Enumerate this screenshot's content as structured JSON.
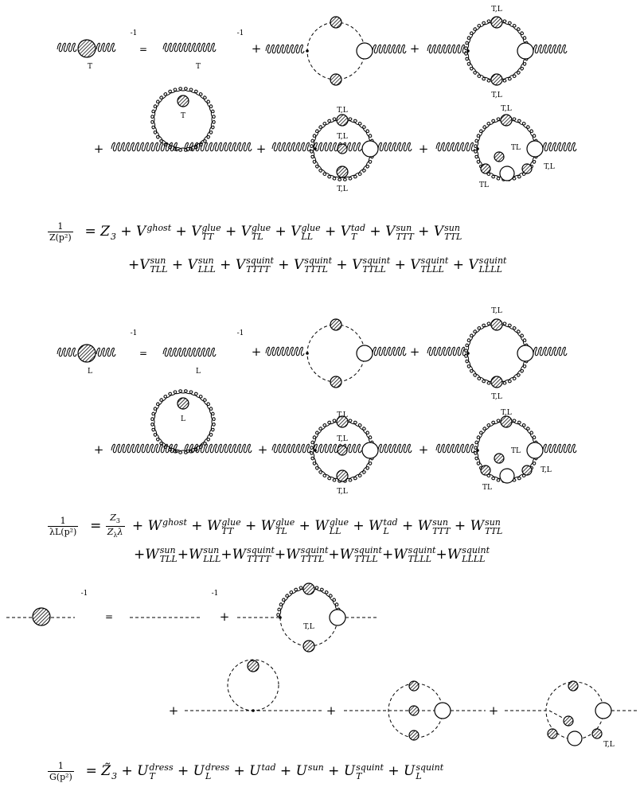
{
  "labels": {
    "transverse": "T",
    "longitudinal": "L",
    "tl_pair": "T,L",
    "tl_compact": "TL",
    "inverse_exponent": "-1",
    "plus": "+",
    "equals": "="
  },
  "equations": {
    "gluon_transverse": {
      "lhs_num": "1",
      "lhs_den": "Z(p²)",
      "line1": "= Z_3 + V^ghost + V^glue_TT + V^glue_TL + V^glue_LL + V^tad_T + V^sun_TTT + V^sun_TTL",
      "line2": "+V^sun_TLL + V^sun_LLL + V^squint_TTTT + V^squint_TTTL + V^squint_TTLL + V^squint_TLLL + V^squint_LLLL"
    },
    "gluon_longitudinal": {
      "lhs_num": "1",
      "lhs_den": "λL(p²)",
      "line1": "= Z_3/(Z_λ λ) + W^ghost + W^glue_TT + W^glue_TL + W^glue_LL + W^tad_L + W^sun_TTT + W^sun_TTL",
      "line2": "+W^sun_TLL+W^sun_LLL+W^squint_TTTT+W^squint_TTTL+W^squint_TTLL+W^squint_TLLL+W^squint_LLLL"
    },
    "ghost": {
      "lhs_num": "1",
      "lhs_den": "G(p²)",
      "line1": "= Z̃_3 + U^dress_T + U^dress_L + U^tad + U^sun + U^squint_T + U^squint_L"
    }
  },
  "symbols": {
    "Z3": "Z",
    "V": "V",
    "W": "W",
    "U": "U",
    "sub_3": "3",
    "sub_TT": "TT",
    "sub_TL": "TL",
    "sub_LL": "LL",
    "sub_T": "T",
    "sub_L": "L",
    "sub_TTT": "TTT",
    "sub_TTL": "TTL",
    "sub_TLL": "TLL",
    "sub_LLL": "LLL",
    "sub_TTTT": "TTTT",
    "sub_TTTL": "TTTL",
    "sub_TTLL": "TTLL",
    "sub_TLLL": "TLLL",
    "sub_LLLL": "LLLL",
    "sup_ghost": "ghost",
    "sup_glue": "glue",
    "sup_tad": "tad",
    "sup_sun": "sun",
    "sup_squint": "squint",
    "sup_dress": "dress",
    "frac_num_Z3": "Z",
    "frac_den_Zl": "Z",
    "lambda": "λ",
    "Z_tilde": "Z̃"
  },
  "colors": {
    "ink": "#000000",
    "background": "#ffffff"
  }
}
